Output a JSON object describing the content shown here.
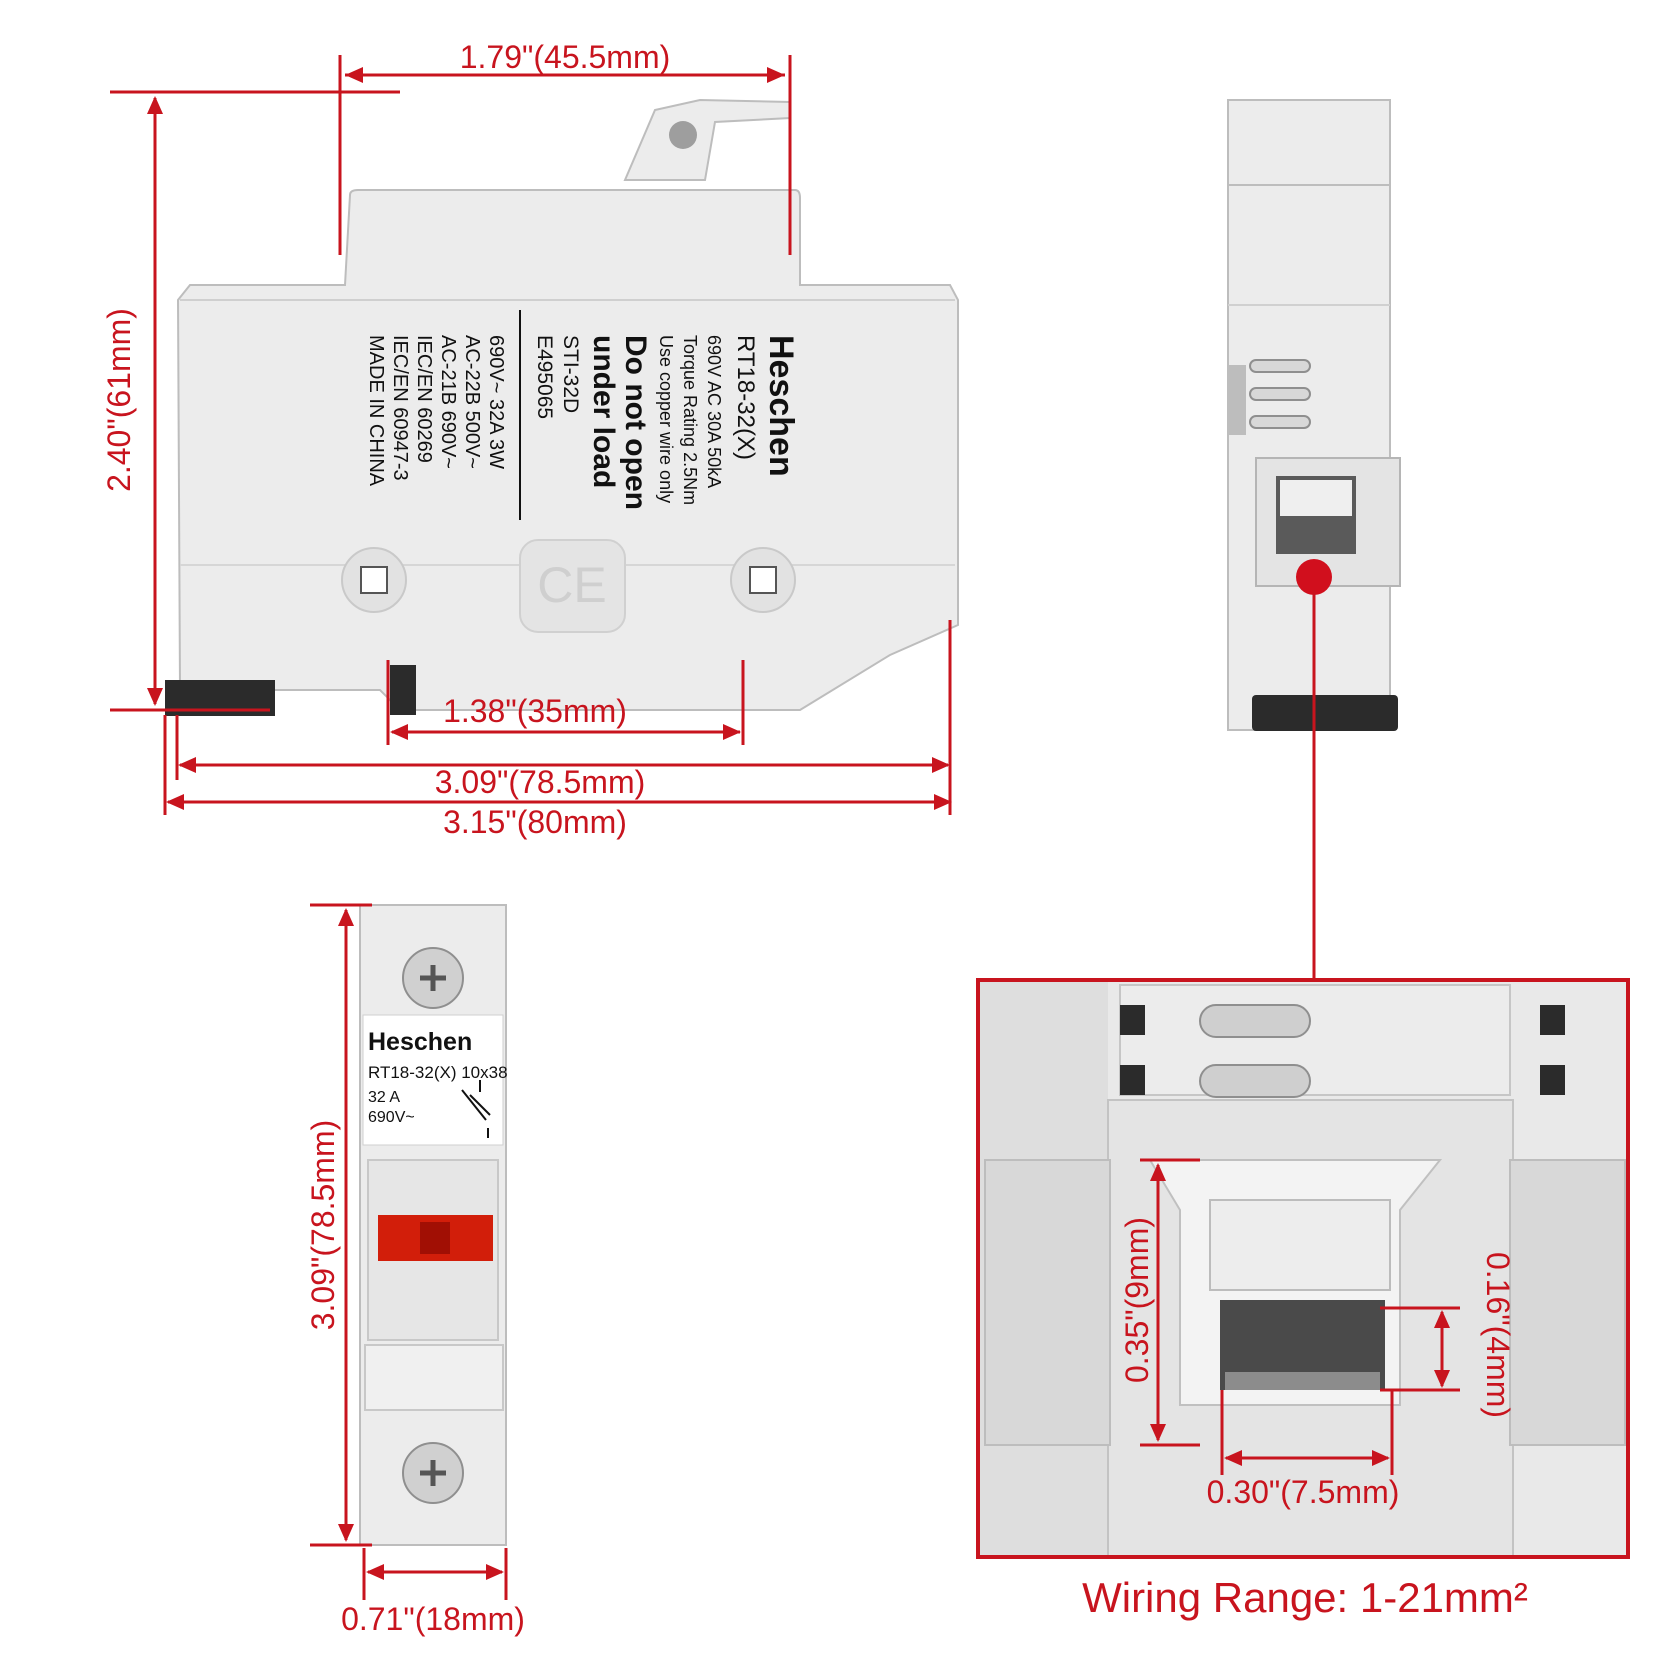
{
  "colors": {
    "accent": "#c8141e",
    "housing": "#ececec",
    "indicator": "#d21e0a"
  },
  "dimensions": {
    "top_width": "1.79\"(45.5mm)",
    "height": "2.40\"(61mm)",
    "din_rail": "1.38\"(35mm)",
    "length_inner": "3.09\"(78.5mm)",
    "length_outer": "3.15\"(80mm)",
    "front_height": "3.09\"(78.5mm)",
    "front_width": "0.71\"(18mm)",
    "clamp_height": "0.35\"(9mm)",
    "clamp_gap": "0.16\"(4mm)",
    "clamp_width": "0.30\"(7.5mm)"
  },
  "side_label": {
    "brand": "Heschen",
    "model": "RT18-32(X)",
    "rating": "690V AC  30A 50kA",
    "torque": "Torque Rating 2.5Nm",
    "copper": "Use copper wire only",
    "warning1": "Do not open",
    "warning2": "under load",
    "code1": "STI-32D",
    "code2": "E495065",
    "spec1": "690V~ 32A 3W",
    "spec2": "AC-22B 500V~",
    "spec3": "AC-21B 690V~",
    "spec4": "IEC/EN 60269",
    "spec5": "IEC/EN 60947-3",
    "origin": "MADE IN CHINA",
    "ce_mark": "CE"
  },
  "front_label": {
    "brand": "Heschen",
    "model": "RT18-32(X) 10x38",
    "current": "32 A",
    "voltage": "690V~"
  },
  "wiring_range": "Wiring Range: 1-21mm²"
}
